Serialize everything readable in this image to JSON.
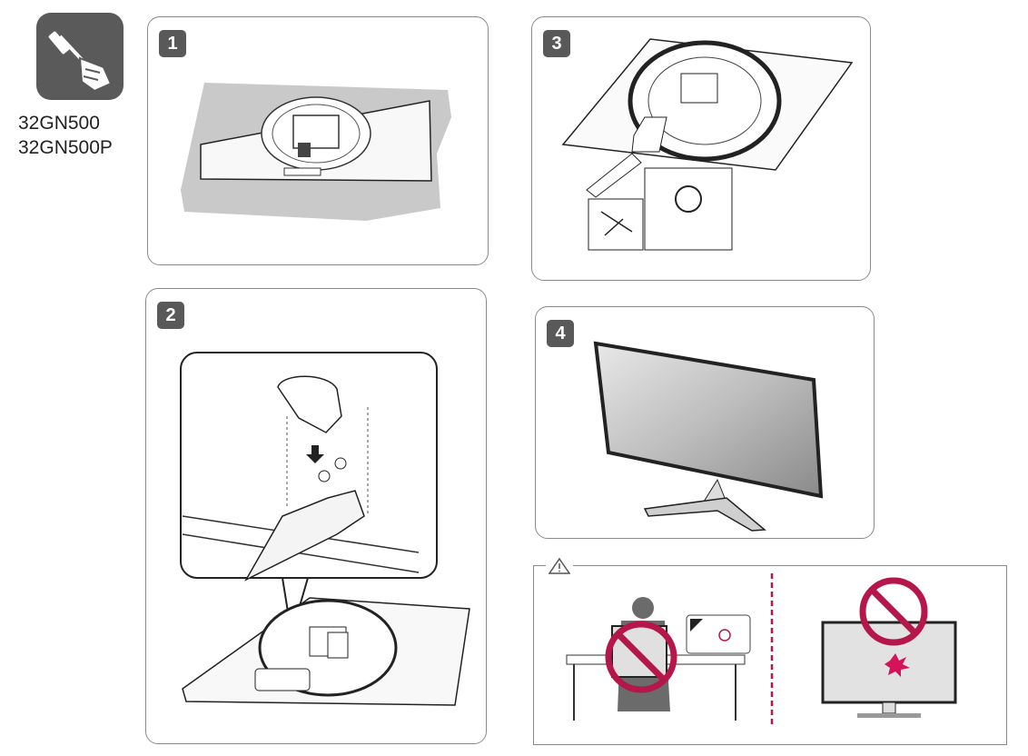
{
  "tool": {
    "icon": "screwdriver-hand-icon"
  },
  "models": [
    "32GN500",
    "32GN500P"
  ],
  "steps": [
    {
      "number": "1"
    },
    {
      "number": "2"
    },
    {
      "number": "3"
    },
    {
      "number": "4"
    }
  ],
  "caution": {
    "icon": "warning-triangle-icon"
  },
  "colors": {
    "badge": "#595959",
    "prohibit": "#b5174a"
  }
}
